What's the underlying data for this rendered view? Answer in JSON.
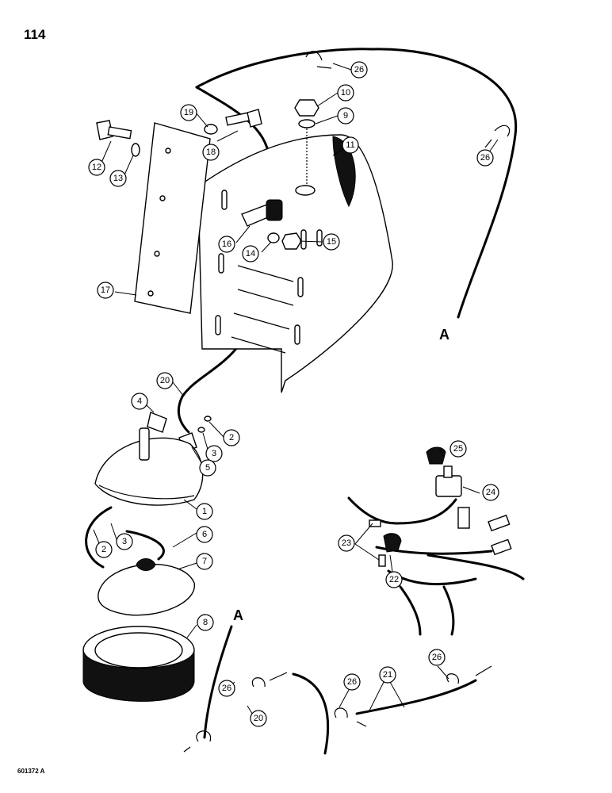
{
  "page_number": "114",
  "figure_code": "601372 A",
  "reference_letters": {
    "a_top": "A",
    "a_bottom": "A"
  },
  "callouts": {
    "c1": "1",
    "c2a": "2",
    "c2b": "2",
    "c3a": "3",
    "c3b": "3",
    "c4": "4",
    "c5": "5",
    "c6": "6",
    "c7": "7",
    "c8": "8",
    "c9": "9",
    "c10": "10",
    "c11": "11",
    "c12": "12",
    "c13": "13",
    "c14": "14",
    "c15": "15",
    "c16": "16",
    "c17": "17",
    "c18": "18",
    "c19": "19",
    "c20a": "20",
    "c20b": "20",
    "c21": "21",
    "c22": "22",
    "c23": "23",
    "c24": "24",
    "c25": "25",
    "c26a": "26",
    "c26b": "26",
    "c26c": "26",
    "c26d": "26",
    "c26e": "26"
  }
}
